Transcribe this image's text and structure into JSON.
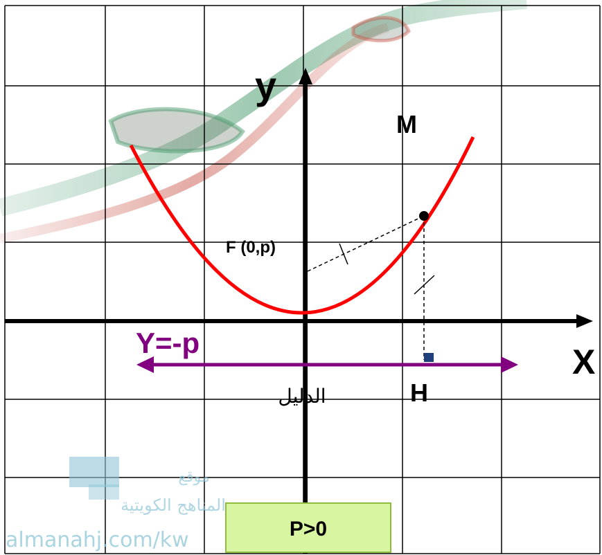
{
  "labels": {
    "y_axis": "y",
    "x_axis": "X",
    "point_m": "M",
    "focus": "F (0,p)",
    "directrix_eq": "Y=-p",
    "point_h": "H",
    "directrix_word": "الدليل",
    "condition": "P>0"
  },
  "watermark": {
    "line1": "موقع",
    "line2": "المناهج الكويتية",
    "url": "almanahj.com/kw"
  },
  "colors": {
    "parabola": "#ff0000",
    "directrix": "#800080",
    "axes": "#000000",
    "grid": "#000000",
    "condition_box_fill": "#d8f5a2",
    "condition_box_border": "#8fbc3c",
    "right_angle_marker": "#1f3f7a",
    "watermark": "#8fc6d8"
  }
}
